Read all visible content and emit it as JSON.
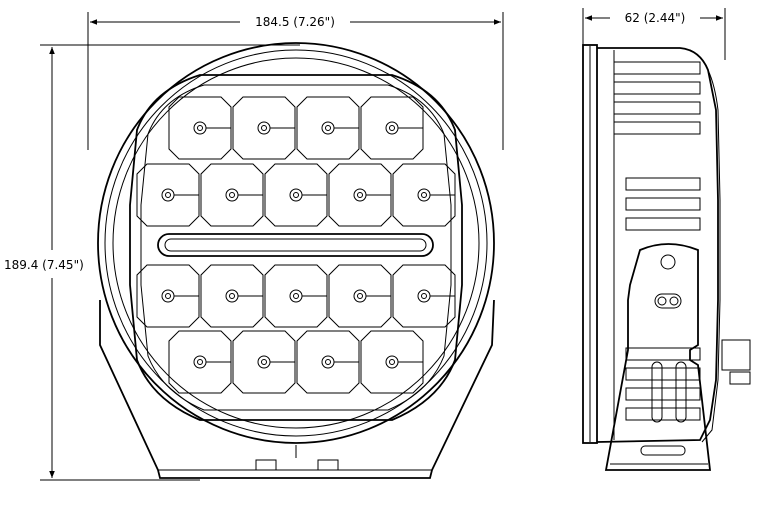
{
  "dimensions": {
    "front_width": "184.5 (7.26\")",
    "front_height": "189.4 (7.45\")",
    "side_depth": "62 (2.44\")"
  },
  "front_view": {
    "led_rows": [
      4,
      5,
      5,
      4
    ],
    "drl_bar": "light-bar"
  },
  "side_view": {
    "fins": "cooling-fins",
    "bracket": "mounting-bracket"
  }
}
